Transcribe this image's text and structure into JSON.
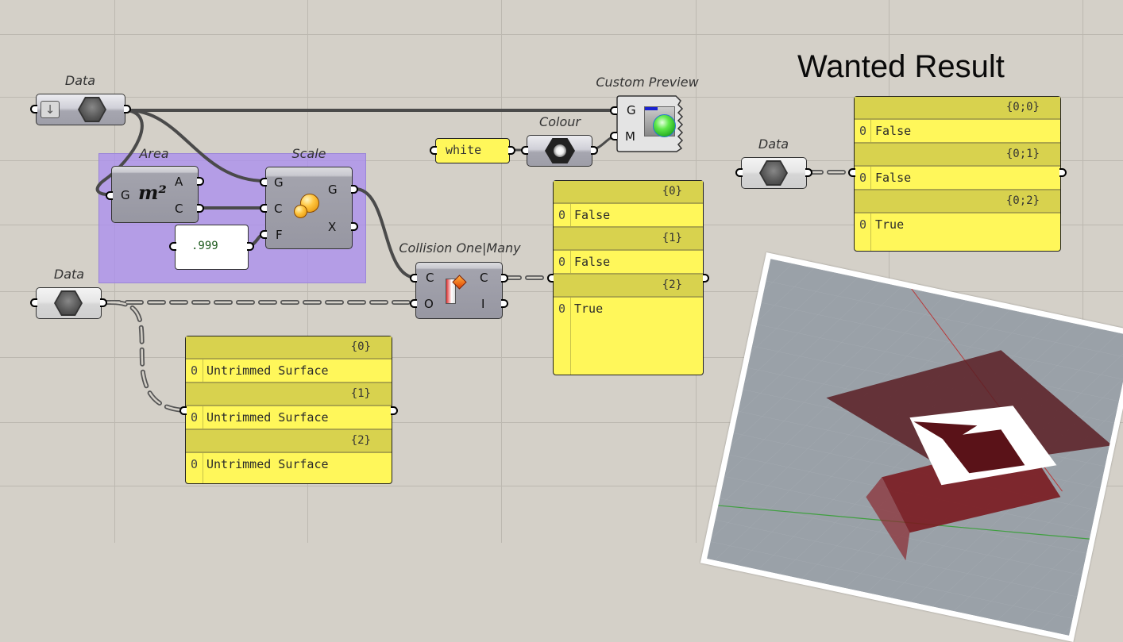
{
  "canvas": {
    "background": "#d4d0c8",
    "grid_color": "#bcb8b0"
  },
  "title": "Wanted Result",
  "components": {
    "data_top": {
      "nickname": "Data",
      "icon": "hexagon-param-icon",
      "flag_icon": "arrow-down-icon"
    },
    "area": {
      "nickname": "Area",
      "icon": "m-squared-icon",
      "icon_text": "m²",
      "inputs": [
        "G"
      ],
      "outputs": [
        "A",
        "C"
      ]
    },
    "scale": {
      "nickname": "Scale",
      "icon": "scale-spheres-icon",
      "inputs": [
        "G",
        "C",
        "F"
      ],
      "outputs": [
        "G",
        "X"
      ]
    },
    "number": {
      "value": ".999"
    },
    "colour_text": {
      "value": "white"
    },
    "colour": {
      "nickname": "Colour",
      "icon": "colour-param-icon"
    },
    "custom_preview": {
      "nickname": "Custom Preview",
      "icon": "preview-sphere-icon",
      "inputs": [
        "G",
        "M"
      ]
    },
    "data_mid": {
      "nickname": "Data",
      "icon": "hexagon-param-icon"
    },
    "collision": {
      "nickname": "Collision One|Many",
      "icon": "collision-icon",
      "inputs": [
        "C",
        "O"
      ],
      "outputs": [
        "C",
        "I"
      ]
    },
    "data_right": {
      "nickname": "Data",
      "icon": "hexagon-param-icon"
    }
  },
  "group": {
    "color": "#b39ff0"
  },
  "panels": {
    "collision_result": {
      "branches": [
        {
          "path": "{0}",
          "items": [
            {
              "index": "0",
              "value": "False"
            }
          ]
        },
        {
          "path": "{1}",
          "items": [
            {
              "index": "0",
              "value": "False"
            }
          ]
        },
        {
          "path": "{2}",
          "items": [
            {
              "index": "0",
              "value": "True"
            }
          ]
        }
      ]
    },
    "surfaces": {
      "branches": [
        {
          "path": "{0}",
          "items": [
            {
              "index": "0",
              "value": "Untrimmed Surface"
            }
          ]
        },
        {
          "path": "{1}",
          "items": [
            {
              "index": "0",
              "value": "Untrimmed Surface"
            }
          ]
        },
        {
          "path": "{2}",
          "items": [
            {
              "index": "0",
              "value": "Untrimmed Surface"
            }
          ]
        }
      ]
    },
    "wanted": {
      "branches": [
        {
          "path": "{0;0}",
          "items": [
            {
              "index": "0",
              "value": "False"
            }
          ]
        },
        {
          "path": "{0;1}",
          "items": [
            {
              "index": "0",
              "value": "False"
            }
          ]
        },
        {
          "path": "{0;2}",
          "items": [
            {
              "index": "0",
              "value": "True"
            }
          ]
        }
      ]
    }
  },
  "panel_color": "#fff75a",
  "panel_branch_color": "#d8d24e",
  "viewport": {
    "description": "Rhino 3D viewport preview with red surfaces and white trimmed region",
    "surface_color": "#7a2228"
  }
}
